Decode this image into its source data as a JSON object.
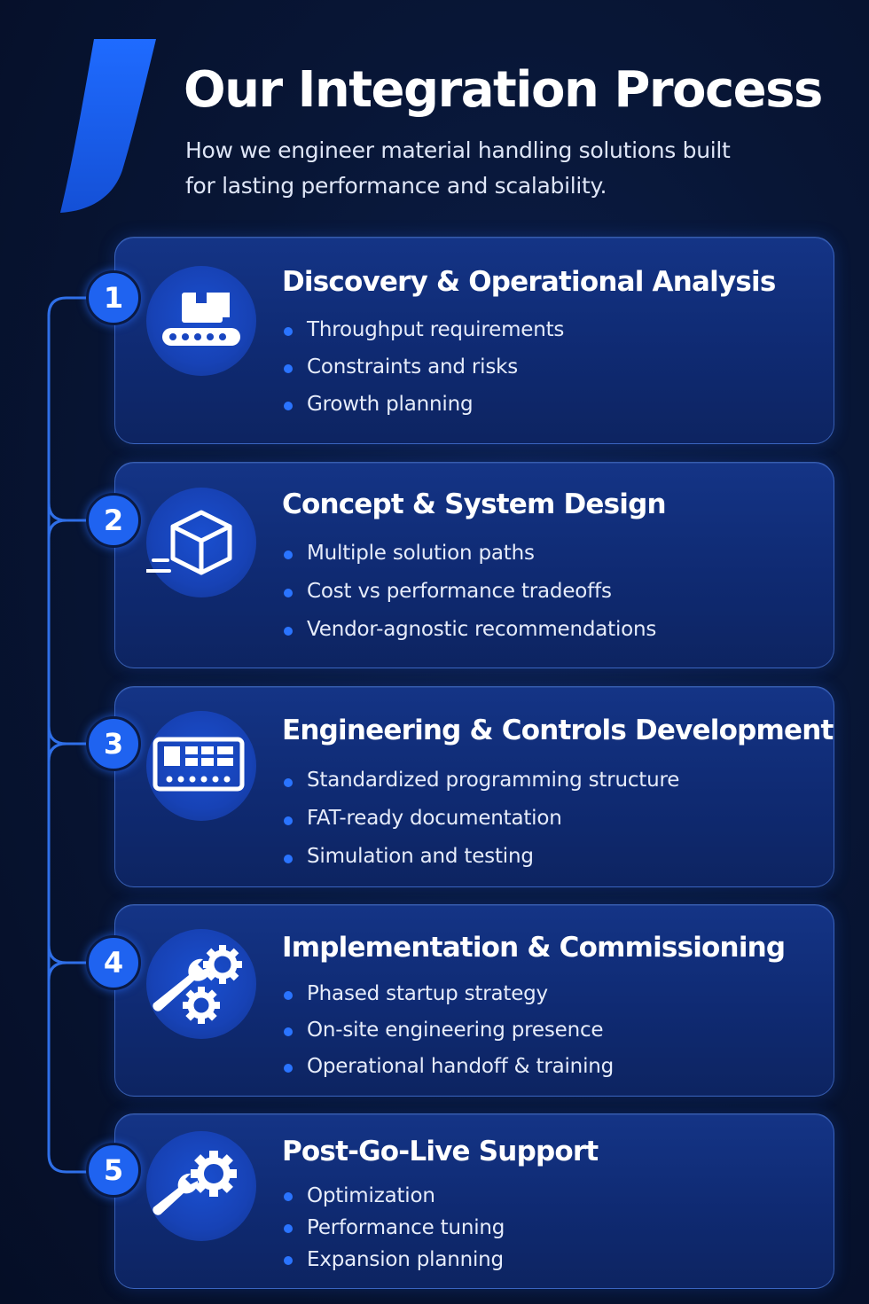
{
  "header": {
    "title": "Our Integration Process",
    "subtitle": "How we engineer material handling solutions built for lasting performance and scalability."
  },
  "colors": {
    "background": "#07122f",
    "card": "#12307c",
    "accent": "#1f63f0",
    "bullet": "#2a74ff",
    "timeline": "#2f6fe8"
  },
  "steps": [
    {
      "number": "1",
      "icon": "conveyor-box-icon",
      "title": "Discovery & Operational Analysis",
      "items": [
        "Throughput requirements",
        "Constraints and risks",
        "Growth planning"
      ]
    },
    {
      "number": "2",
      "icon": "cube-icon",
      "title": "Concept & System Design",
      "items": [
        "Multiple solution paths",
        "Cost vs performance tradeoffs",
        "Vendor-agnostic recommendations"
      ]
    },
    {
      "number": "3",
      "icon": "control-panel-icon",
      "title": "Engineering & Controls Development",
      "items": [
        "Standardized programming structure",
        "FAT-ready documentation",
        "Simulation and testing"
      ]
    },
    {
      "number": "4",
      "icon": "wrench-gears-icon",
      "title": "Implementation & Commissioning",
      "items": [
        "Phased startup strategy",
        "On-site engineering presence",
        "Operational handoff & training"
      ]
    },
    {
      "number": "5",
      "icon": "wrench-gear-icon",
      "title": "Post-Go-Live Support",
      "items": [
        "Optimization",
        "Performance tuning",
        "Expansion planning"
      ]
    }
  ]
}
